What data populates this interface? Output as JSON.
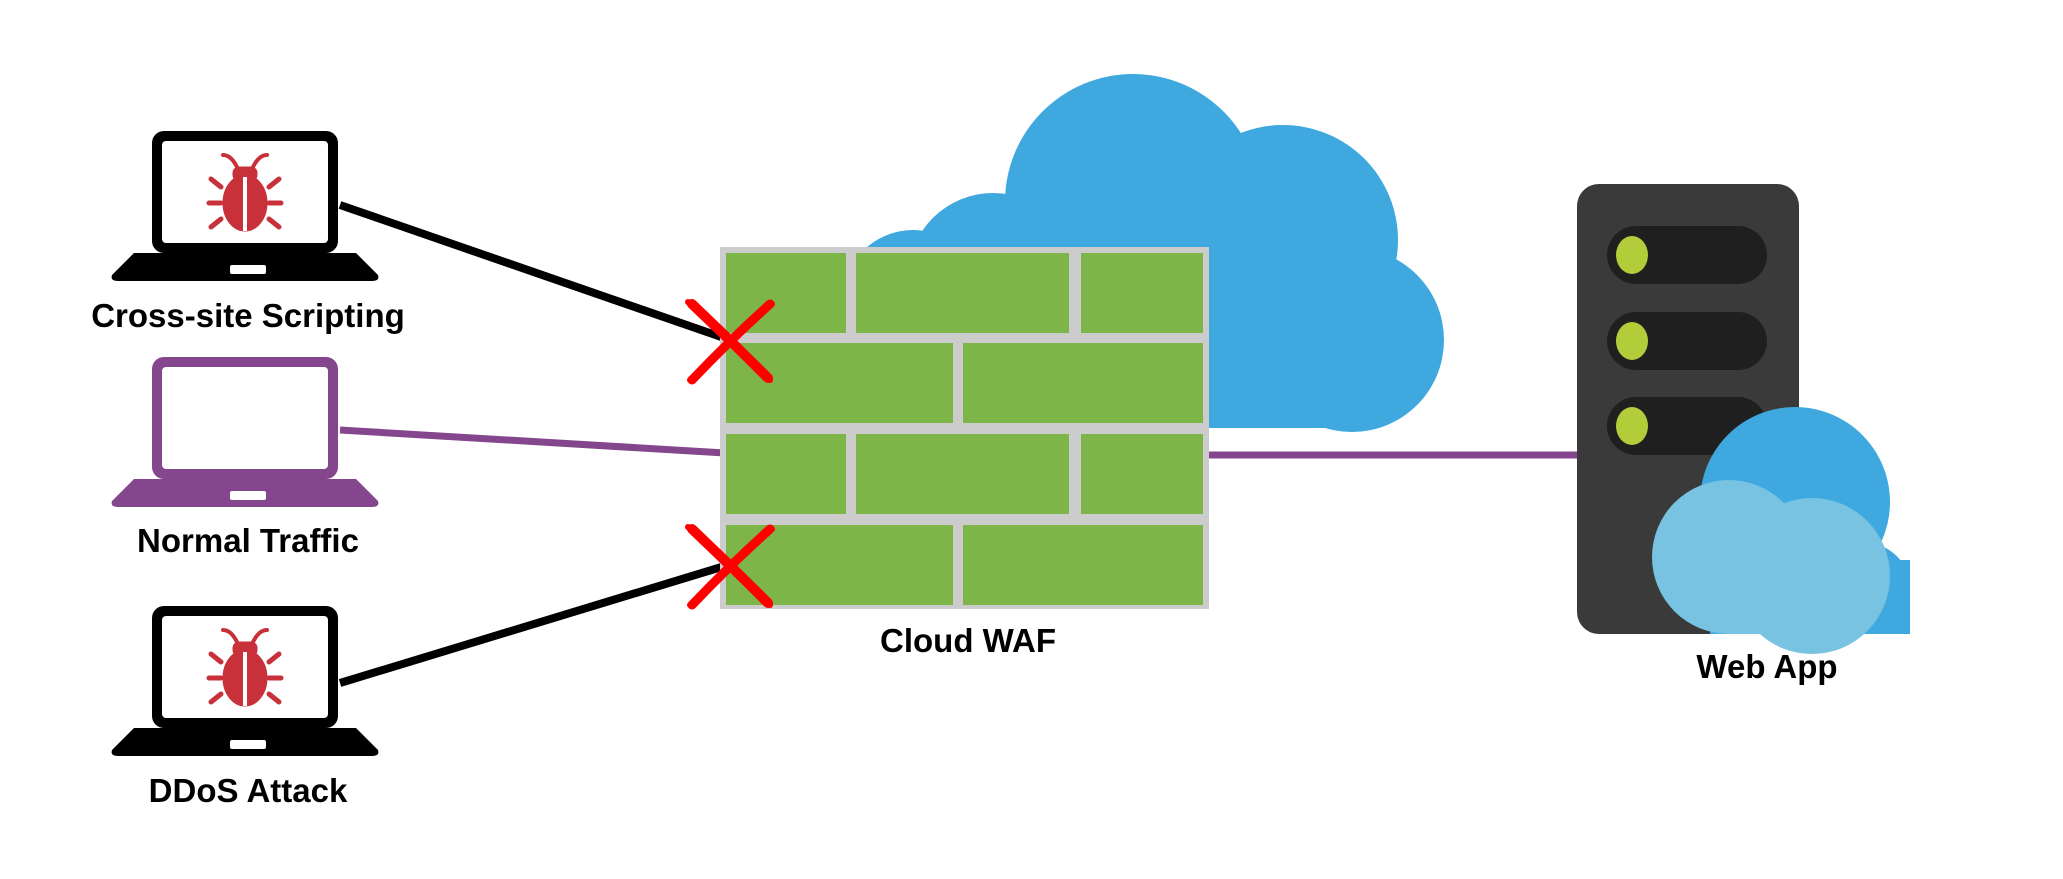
{
  "nodes": {
    "xss": {
      "label": "Cross-site Scripting",
      "icon": "bug-icon"
    },
    "normal": {
      "label": "Normal Traffic",
      "icon": "laptop-icon"
    },
    "ddos": {
      "label": "DDoS Attack",
      "icon": "bug-icon"
    },
    "waf": {
      "label": "Cloud WAF",
      "icon": "brick-wall-icon"
    },
    "webapp": {
      "label": "Web App",
      "icon": "server-icon"
    }
  },
  "edges": [
    {
      "from": "xss",
      "to": "waf",
      "blocked": true
    },
    {
      "from": "normal",
      "to": "waf",
      "blocked": false
    },
    {
      "from": "ddos",
      "to": "waf",
      "blocked": true
    },
    {
      "from": "waf",
      "to": "webapp",
      "blocked": false
    }
  ],
  "colors": {
    "attack_line": "#000000",
    "normal_line": "#84468c",
    "blocked_mark": "#ff0000",
    "cloud": "#3ea8df",
    "cloud_light": "#78c2e2",
    "brick": "#7db548",
    "mortar": "#cccccc",
    "server": "#3a3a3a",
    "server_led": "#b3cc3a",
    "bug": "#c8303a"
  }
}
